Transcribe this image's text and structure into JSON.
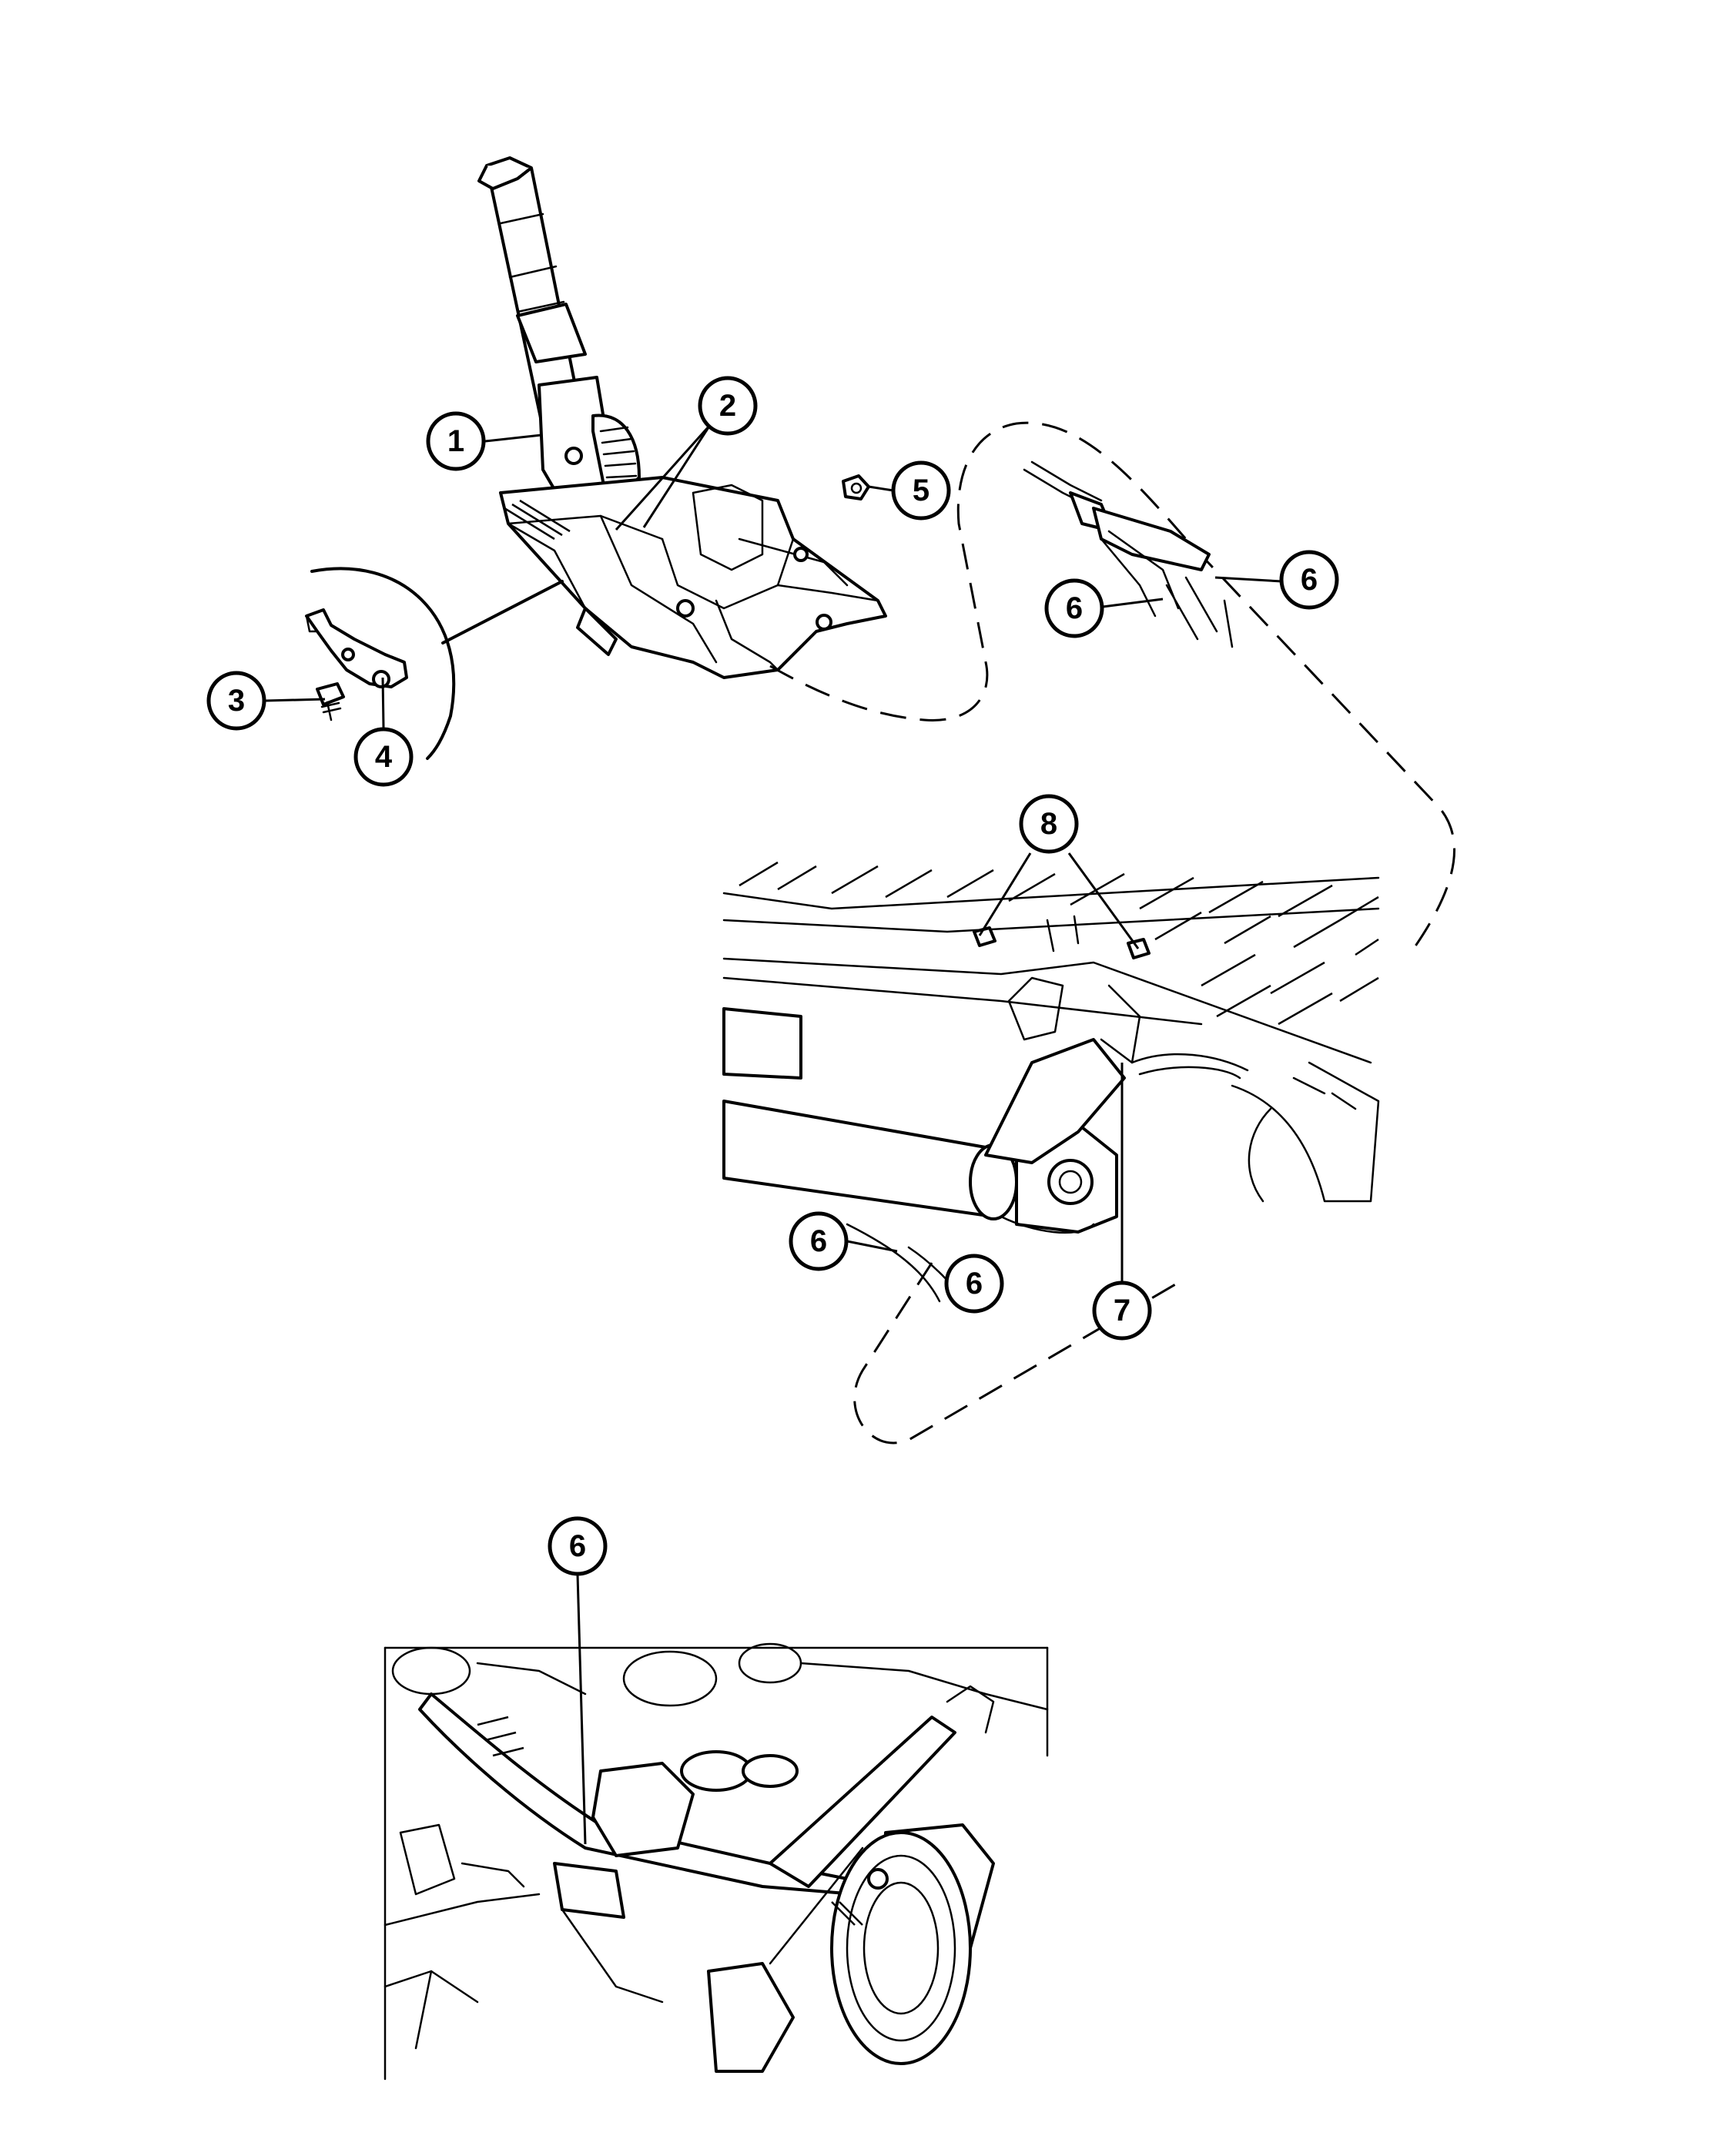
{
  "callouts": [
    {
      "id": "callout-1",
      "label": "1"
    },
    {
      "id": "callout-2",
      "label": "2"
    },
    {
      "id": "callout-3",
      "label": "3"
    },
    {
      "id": "callout-4",
      "label": "4"
    },
    {
      "id": "callout-5",
      "label": "5"
    },
    {
      "id": "callout-6a",
      "label": "6"
    },
    {
      "id": "callout-6b",
      "label": "6"
    },
    {
      "id": "callout-8",
      "label": "8"
    },
    {
      "id": "callout-6c",
      "label": "6"
    },
    {
      "id": "callout-6d",
      "label": "6"
    },
    {
      "id": "callout-7",
      "label": "7"
    },
    {
      "id": "callout-6e",
      "label": "6"
    }
  ]
}
